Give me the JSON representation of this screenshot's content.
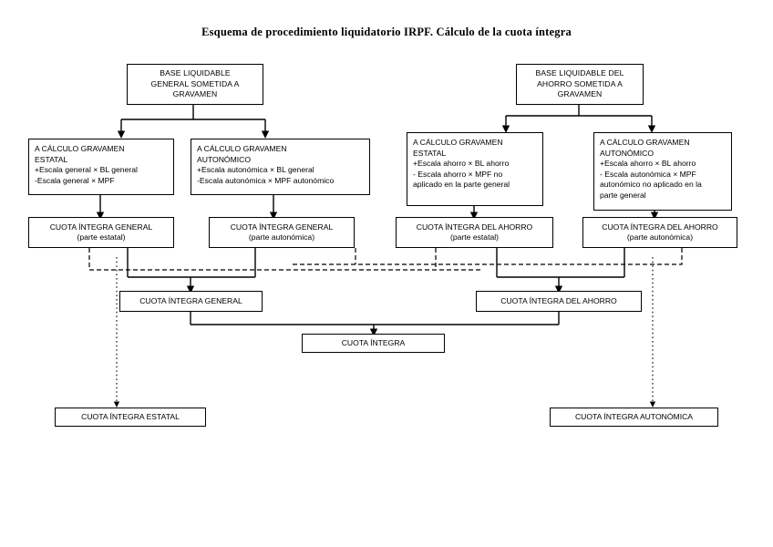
{
  "title": "Esquema de procedimiento liquidatorio IRPF. Cálculo de la cuota íntegra",
  "nodes": {
    "base_general": {
      "lines": [
        "BASE LIQUIDABLE",
        "GENERAL SOMETIDA A",
        "GRAVAMEN"
      ]
    },
    "base_ahorro": {
      "lines": [
        "BASE LIQUIDABLE DEL",
        "AHORRO SOMETIDA A",
        "GRAVAMEN"
      ]
    },
    "calc_general_estatal": {
      "lines": [
        "A CÁLCULO GRAVAMEN",
        "ESTATAL",
        "+Escala general × BL general",
        "-Escala general × MPF"
      ]
    },
    "calc_general_autonomico": {
      "lines": [
        "A CÁLCULO GRAVAMEN",
        "AUTONÓMICO",
        "+Escala autonómica × BL general",
        "-Escala autonómica × MPF autonómico"
      ]
    },
    "calc_ahorro_estatal": {
      "lines": [
        "A CÁLCULO GRAVAMEN",
        "ESTATAL",
        "+Escala ahorro × BL ahorro",
        "- Escala ahorro × MPF no",
        "aplicado en la parte general"
      ]
    },
    "calc_ahorro_autonomico": {
      "lines": [
        "A CÁLCULO GRAVAMEN",
        "AUTONÓMICO",
        "+Escala ahorro × BL ahorro",
        "- Escala autonómica × MPF",
        "autonómico no aplicado en la",
        "parte general"
      ]
    },
    "cuota_general_estatal": {
      "lines": [
        "CUOTA ÍNTEGRA GENERAL",
        "(parte estatal)"
      ]
    },
    "cuota_general_autonomica": {
      "lines": [
        "CUOTA ÍNTEGRA GENERAL",
        "(parte autonómica)"
      ]
    },
    "cuota_ahorro_estatal": {
      "lines": [
        "CUOTA ÍNTEGRA DEL AHORRO",
        "(parte estatal)"
      ]
    },
    "cuota_ahorro_autonomica": {
      "lines": [
        "CUOTA ÍNTEGRA DEL AHORRO",
        "(parte autonómica)"
      ]
    },
    "cuota_integra_general": {
      "lines": [
        "CUOTA ÍNTEGRA GENERAL"
      ]
    },
    "cuota_integra_ahorro": {
      "lines": [
        "CUOTA ÍNTEGRA DEL AHORRO"
      ]
    },
    "cuota_integra": {
      "lines": [
        "CUOTA ÍNTEGRA"
      ]
    },
    "cuota_integra_estatal": {
      "lines": [
        "CUOTA ÍNTEGRA ESTATAL"
      ]
    },
    "cuota_integra_autonomica": {
      "lines": [
        "CUOTA ÍNTEGRA AUTONÓMICA"
      ]
    }
  },
  "colors": {
    "stroke": "#000000",
    "background": "#ffffff",
    "text": "#000000"
  }
}
